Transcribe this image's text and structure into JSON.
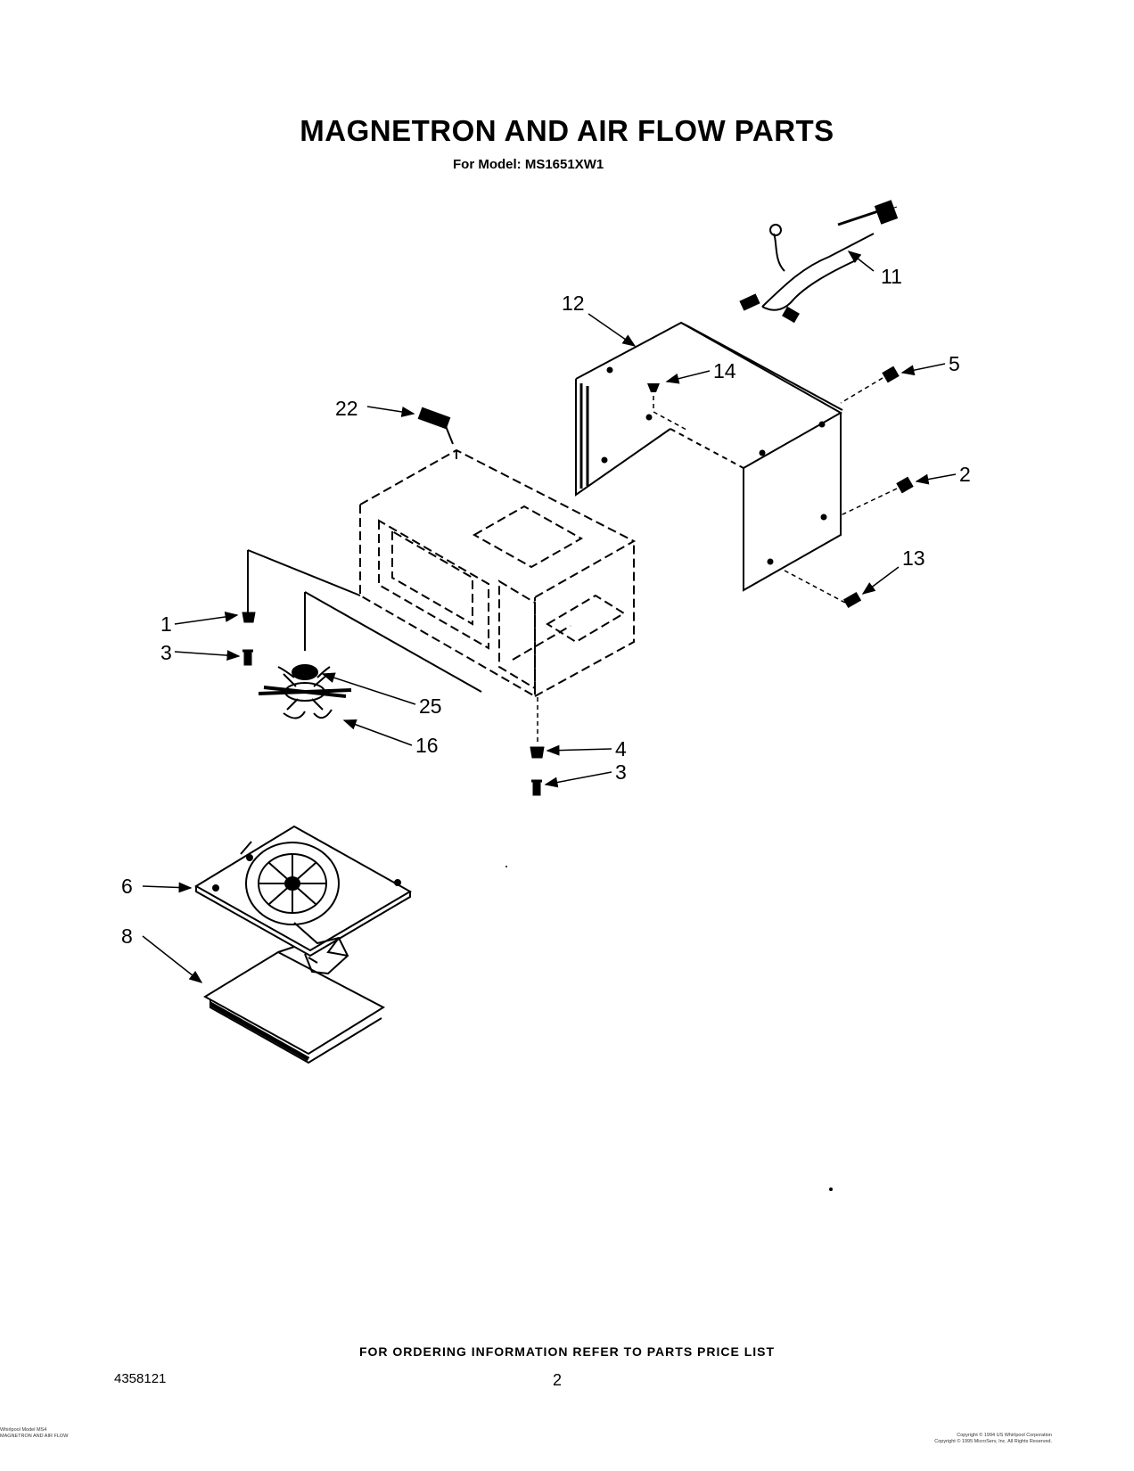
{
  "header": {
    "title": "MAGNETRON AND AIR FLOW PARTS",
    "subtitle": "For Model: MS1651XW1"
  },
  "callouts": [
    {
      "id": "c11",
      "label": "11"
    },
    {
      "id": "c12",
      "label": "12"
    },
    {
      "id": "c14",
      "label": "14"
    },
    {
      "id": "c5",
      "label": "5"
    },
    {
      "id": "c22",
      "label": "22"
    },
    {
      "id": "c2",
      "label": "2"
    },
    {
      "id": "c13",
      "label": "13"
    },
    {
      "id": "c1",
      "label": "1"
    },
    {
      "id": "c3a",
      "label": "3"
    },
    {
      "id": "c25",
      "label": "25"
    },
    {
      "id": "c16",
      "label": "16"
    },
    {
      "id": "c4",
      "label": "4"
    },
    {
      "id": "c3b",
      "label": "3"
    },
    {
      "id": "c6",
      "label": "6"
    },
    {
      "id": "c8",
      "label": "8"
    }
  ],
  "footer": {
    "ordering_note": "FOR ORDERING INFORMATION REFER TO PARTS PRICE LIST",
    "doc_number": "4358121",
    "page_number": "2",
    "meta_left_1": "Whirlpool Model MS4",
    "meta_left_2": "MAGNETRON AND AIR FLOW",
    "meta_right_1": "Copyright © 1994 US Whirlpool Corporation",
    "meta_right_2": "Copyright © 1995 MicroServ, Inc.  All Rights Reserved."
  }
}
